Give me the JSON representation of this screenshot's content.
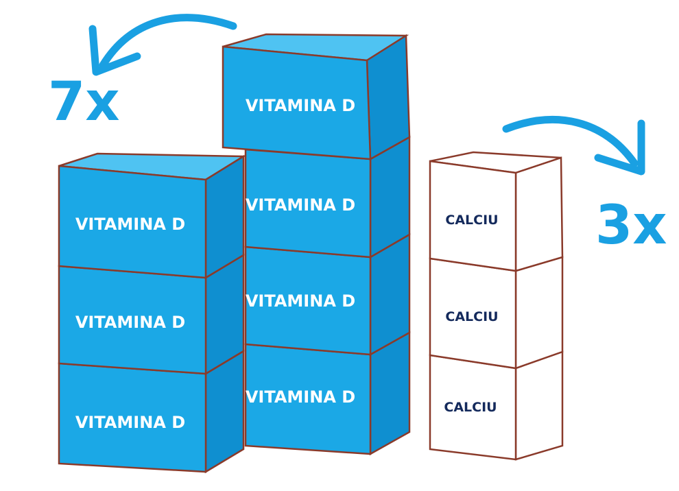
{
  "colors": {
    "vitamin_front": "#1ba8e6",
    "vitamin_top": "#4fc3f2",
    "vitamin_side": "#0f8fd0",
    "edge": "#8a3a2a",
    "calcium_fill": "#ffffff",
    "calcium_text": "#142a5c",
    "vitamin_text": "#ffffff",
    "accent": "#1aa0e2"
  },
  "multipliers": {
    "vitamin": "7x",
    "calcium": "3x"
  },
  "boxes": {
    "vitamin_label": "VITAMINA D",
    "calcium_label": "CALCIU"
  },
  "icons": {
    "left_arrow": "curved-arrow-left-icon",
    "right_arrow": "curved-arrow-right-icon"
  }
}
